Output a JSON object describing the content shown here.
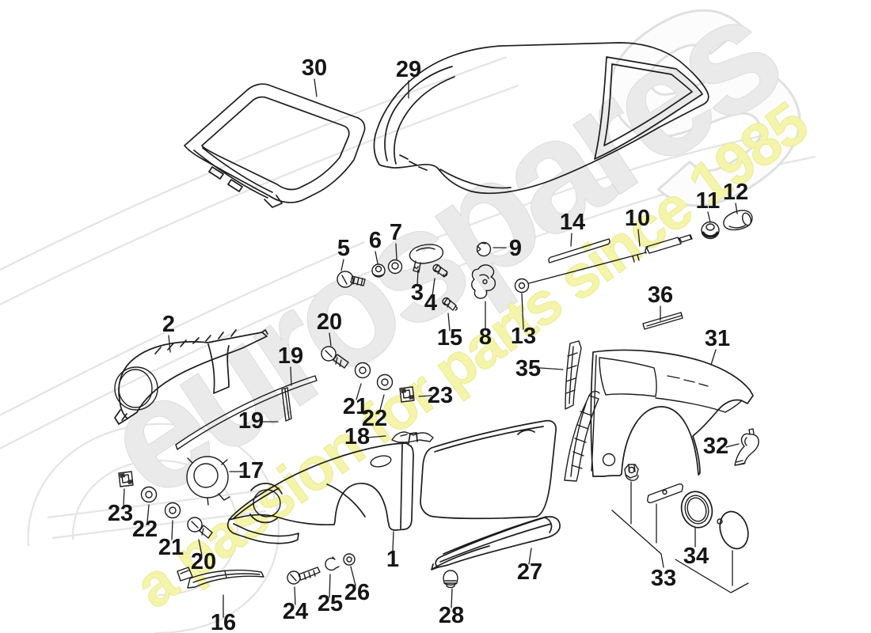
{
  "watermark": {
    "brand": "eurospares",
    "tagline": "a passion for parts since 1985",
    "giant_letter": "s",
    "brand_color": "#eaeaea",
    "tagline_color": "#f4f4aa"
  },
  "diagram": {
    "ink_color": "#1d1d1d",
    "background_color": "#ffffff"
  },
  "labels": [
    {
      "text": "30"
    },
    {
      "text": "29"
    },
    {
      "text": "5"
    },
    {
      "text": "6"
    },
    {
      "text": "7"
    },
    {
      "text": "3"
    },
    {
      "text": "4"
    },
    {
      "text": "15"
    },
    {
      "text": "8"
    },
    {
      "text": "9"
    },
    {
      "text": "13"
    },
    {
      "text": "14"
    },
    {
      "text": "10"
    },
    {
      "text": "11"
    },
    {
      "text": "12"
    },
    {
      "text": "36"
    },
    {
      "text": "35"
    },
    {
      "text": "31"
    },
    {
      "text": "32"
    },
    {
      "text": "33"
    },
    {
      "text": "34"
    },
    {
      "text": "2"
    },
    {
      "text": "20"
    },
    {
      "text": "19"
    },
    {
      "text": "19"
    },
    {
      "text": "21"
    },
    {
      "text": "22"
    },
    {
      "text": "23"
    },
    {
      "text": "18"
    },
    {
      "text": "17"
    },
    {
      "text": "1"
    },
    {
      "text": "23"
    },
    {
      "text": "22"
    },
    {
      "text": "21"
    },
    {
      "text": "20"
    },
    {
      "text": "16"
    },
    {
      "text": "24"
    },
    {
      "text": "25"
    },
    {
      "text": "26"
    },
    {
      "text": "27"
    },
    {
      "text": "28"
    }
  ]
}
